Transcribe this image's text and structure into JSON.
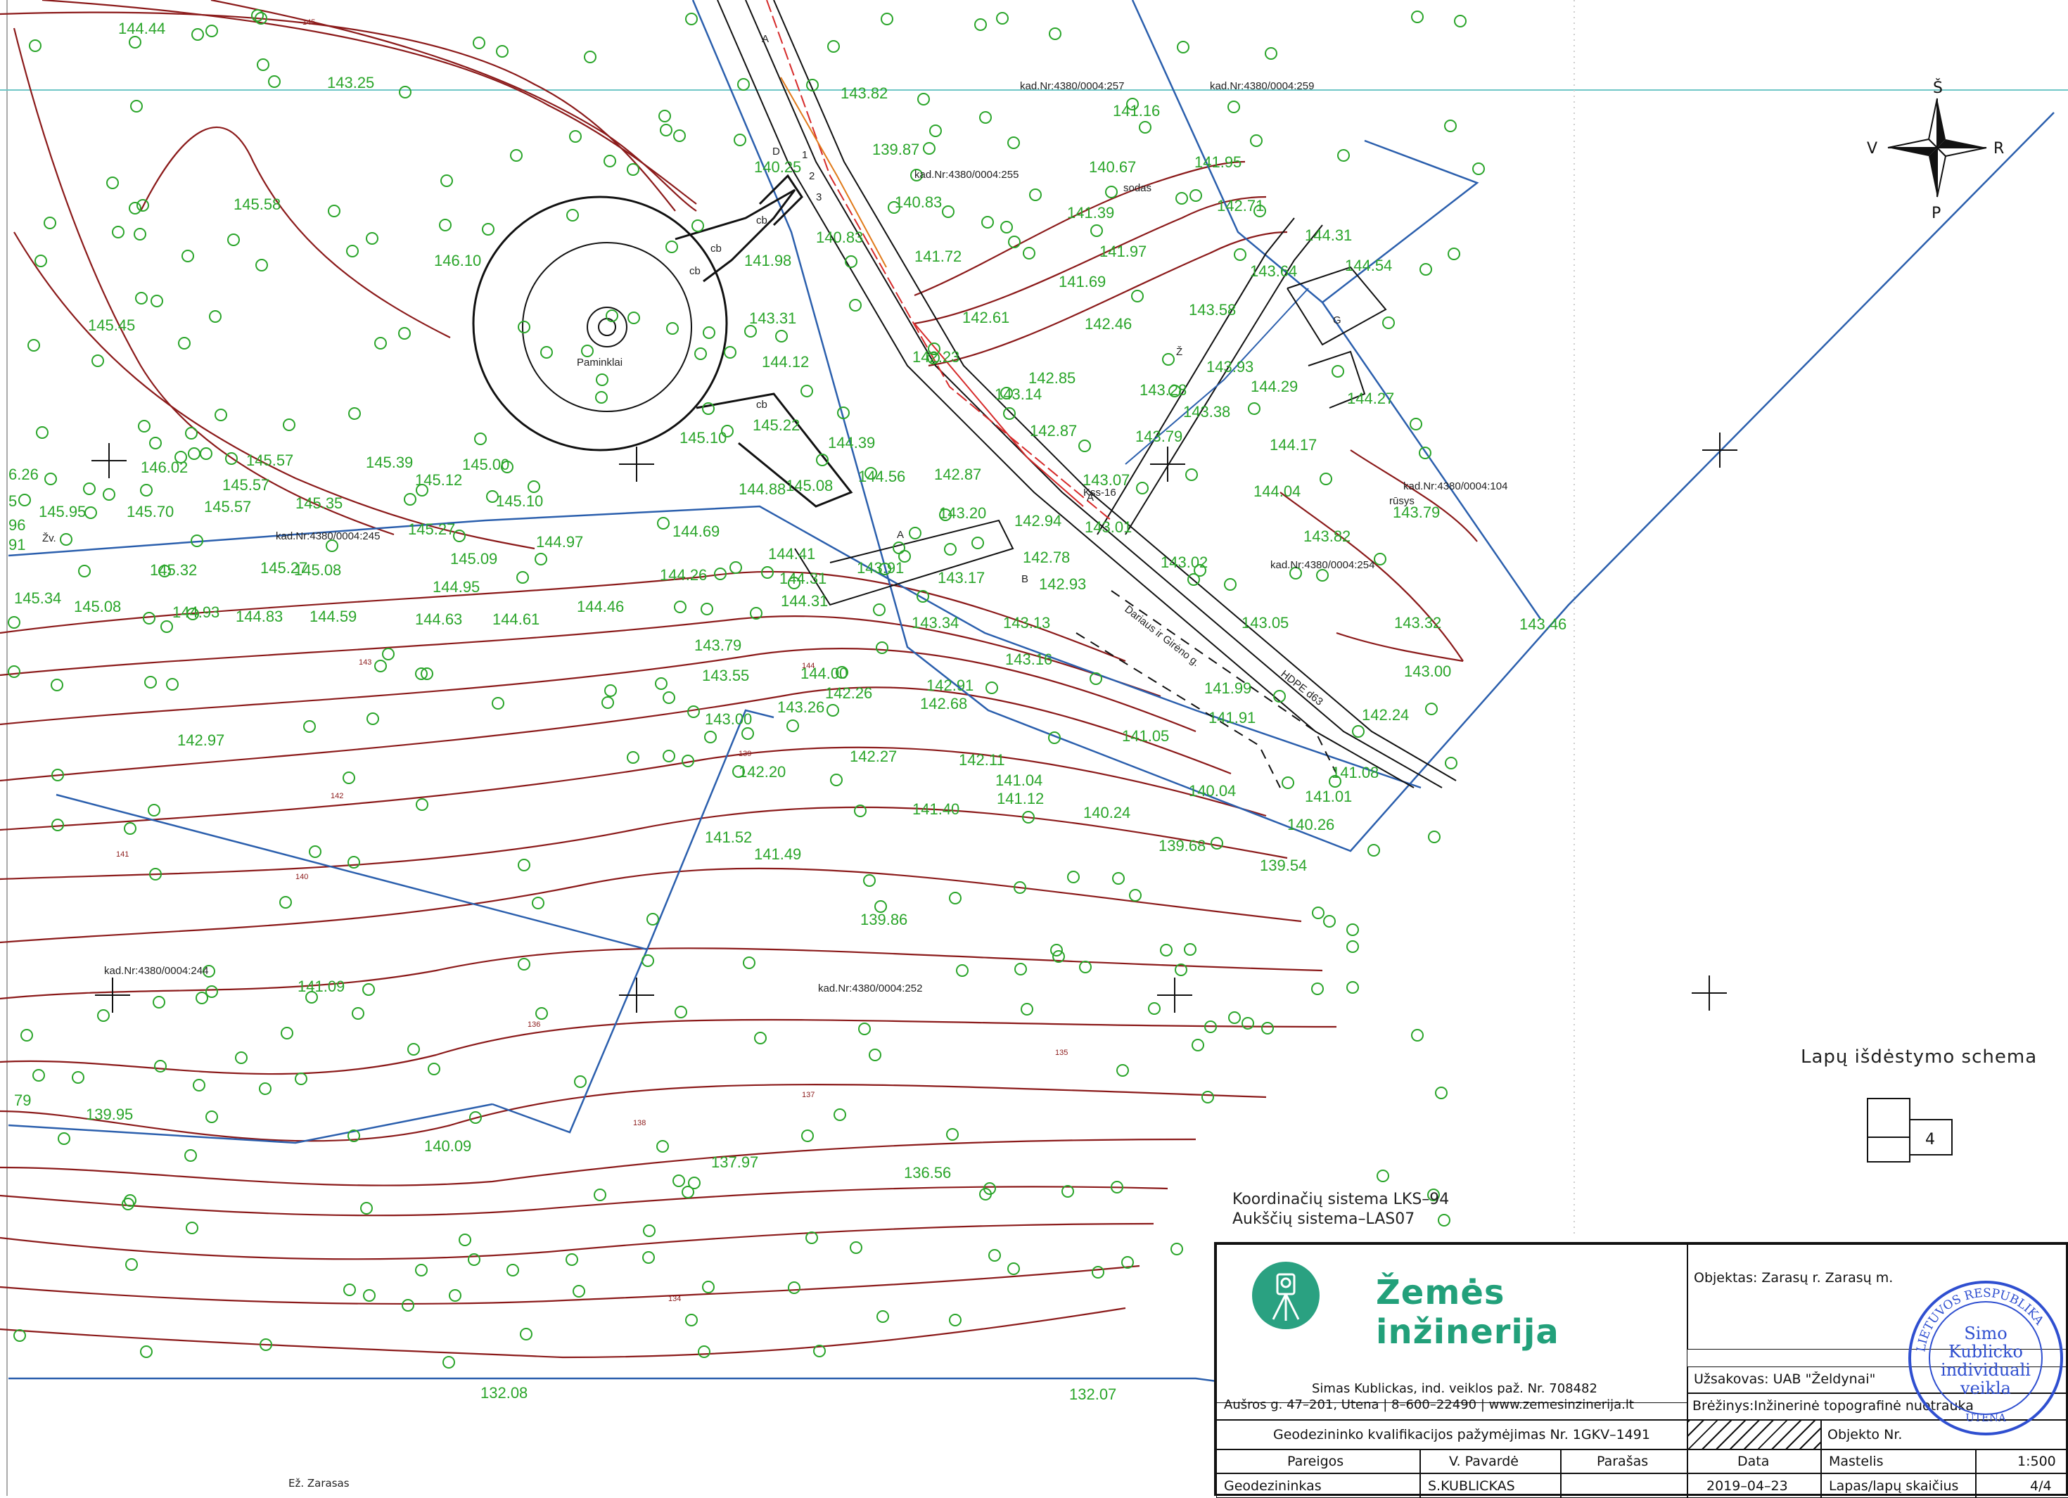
{
  "map": {
    "elevations": [
      "144.44",
      "143.25",
      "145.58",
      "146.10",
      "145.45",
      "146.02",
      "145.57",
      "145.57",
      "145.39",
      "145.00",
      "145.12",
      "145.95",
      "145.70",
      "145.57",
      "145.35",
      "145.10",
      "145.27",
      "145.32",
      "145.27",
      "145.09",
      "145.08",
      "144.97",
      "144.69",
      "144.95",
      "145.34",
      "145.08",
      "144.93",
      "144.83",
      "144.59",
      "144.63",
      "144.61",
      "144.46",
      "144.26",
      "144.41",
      "144.31",
      "144.31",
      "143.91",
      "143.82",
      "139.87",
      "140.25",
      "140.83",
      "140.83",
      "141.98",
      "141.72",
      "143.31",
      "144.12",
      "145.22",
      "145.10",
      "144.39",
      "144.56",
      "144.88",
      "145.08",
      "142.61",
      "142.23",
      "143.14",
      "142.87",
      "142.85",
      "143.28",
      "143.38",
      "143.79",
      "143.07",
      "142.87",
      "143.20",
      "142.94",
      "143.01",
      "142.78",
      "142.93",
      "143.17",
      "143.34",
      "143.13",
      "143.16",
      "141.16",
      "140.67",
      "141.39",
      "141.97",
      "141.69",
      "142.46",
      "141.95",
      "142.71",
      "144.31",
      "144.54",
      "143.64",
      "143.58",
      "143.93",
      "144.29",
      "144.27",
      "144.17",
      "144.04",
      "143.82",
      "143.79",
      "143.02",
      "143.05",
      "143.32",
      "143.46",
      "143.00",
      "141.99",
      "141.91",
      "142.24",
      "141.08",
      "141.01",
      "140.26",
      "139.54",
      "141.05",
      "140.04",
      "140.24",
      "139.68",
      "141.04",
      "141.12",
      "141.40",
      "142.11",
      "142.27",
      "142.68",
      "142.91",
      "142.26",
      "144.00",
      "143.79",
      "143.55",
      "143.26",
      "143.00",
      "142.20",
      "141.52",
      "141.49",
      "142.97",
      "141.09",
      "139.86",
      "139.95",
      "140.09",
      "137.97",
      "136.56",
      "132.08",
      "132.07",
      "79",
      "6.26",
      "96",
      "91",
      "5"
    ],
    "contour_labels": [
      "145",
      "144",
      "143",
      "142",
      "141",
      "140",
      "139",
      "138",
      "137",
      "136",
      "135",
      "134"
    ],
    "parcels": [
      "kad.Nr:4380/0004:257",
      "kad.Nr:4380/0004:259",
      "kad.Nr:4380/0004:255",
      "kad.Nr:4380/0004:245",
      "kad.Nr:4380/0004:254",
      "kad.Nr:4380/0004:104",
      "kad.Nr:4380/0004:244",
      "kad.Nr:4380/0004:252"
    ],
    "small_labels": [
      "Paminklai",
      "cb",
      "cb",
      "cb",
      "cb",
      "Žv.",
      "sodas",
      "G",
      "Ž",
      "rūsys",
      "Dariaus ir Girėno g.",
      "HDPE d63",
      "A",
      "A",
      "A",
      "B",
      "Kss-16",
      "D",
      "1",
      "2",
      "3"
    ],
    "estate_label": "Ež. Zarasas",
    "compass": {
      "north": "Š",
      "south": "P",
      "west": "V",
      "east": "R"
    },
    "coordinate_system": "Koordinačių sistema LKS–94",
    "height_system": "Aukščių sistema–LAS07",
    "schema_title": "Lapų išdėstymo schema",
    "schema_sheet": "4",
    "colors": {
      "contour": "#8b1a1a",
      "elevation_text": "#2aa52a",
      "parcel_line": "#2b5fad",
      "road": "#111111",
      "brand": "#22a07a"
    }
  },
  "title_block": {
    "brand": "Žemės inžinerija",
    "owner_line": "Simas Kublickas, ind. veiklos paž. Nr. 708482",
    "address_line": "Aušros g. 47–201, Utena | 8–600–22490 | www.zemesinzinerija.lt",
    "license": "Geodezininko kvalifikacijos pažymėjimas Nr. 1GKV–1491",
    "object_label": "Objektas: Zarasų r. Zarasų m.",
    "client_label": "Užsakovas: UAB \"Želdynai\"",
    "drawing_label": "Brėžinys:Inžinerinė topografinė nuotrauka",
    "object_no": "Objekto Nr.",
    "headers": {
      "position": "Pareigos",
      "name": "V. Pavardė",
      "signature": "Parašas",
      "date": "Data"
    },
    "row": {
      "position": "Geodezininkas",
      "name": "S.KUBLICKAS",
      "date": "2019–04–23"
    },
    "scale_label": "Mastelis",
    "scale_value": "1:500",
    "sheets_label": "Lapas/lapų skaičius",
    "sheets_value": "4/4",
    "stamp_text": [
      "LIETUVOS RESPUBLIKA",
      "Simo",
      "Kublicko",
      "individuali",
      "veikla",
      "UTENA"
    ]
  }
}
